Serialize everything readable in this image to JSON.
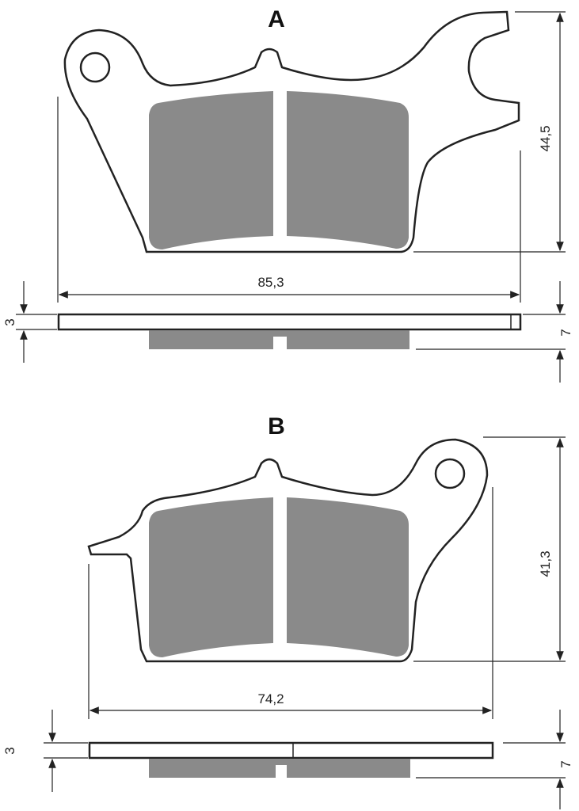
{
  "pad_a": {
    "label": "A",
    "height": "44,5",
    "width": "85,3",
    "plate_thickness": "3",
    "total_thickness": "7"
  },
  "pad_b": {
    "label": "B",
    "height": "41,3",
    "width": "74,2",
    "plate_thickness": "3",
    "total_thickness": "7"
  },
  "colors": {
    "friction": "#8a8a8a",
    "line": "#222222"
  }
}
